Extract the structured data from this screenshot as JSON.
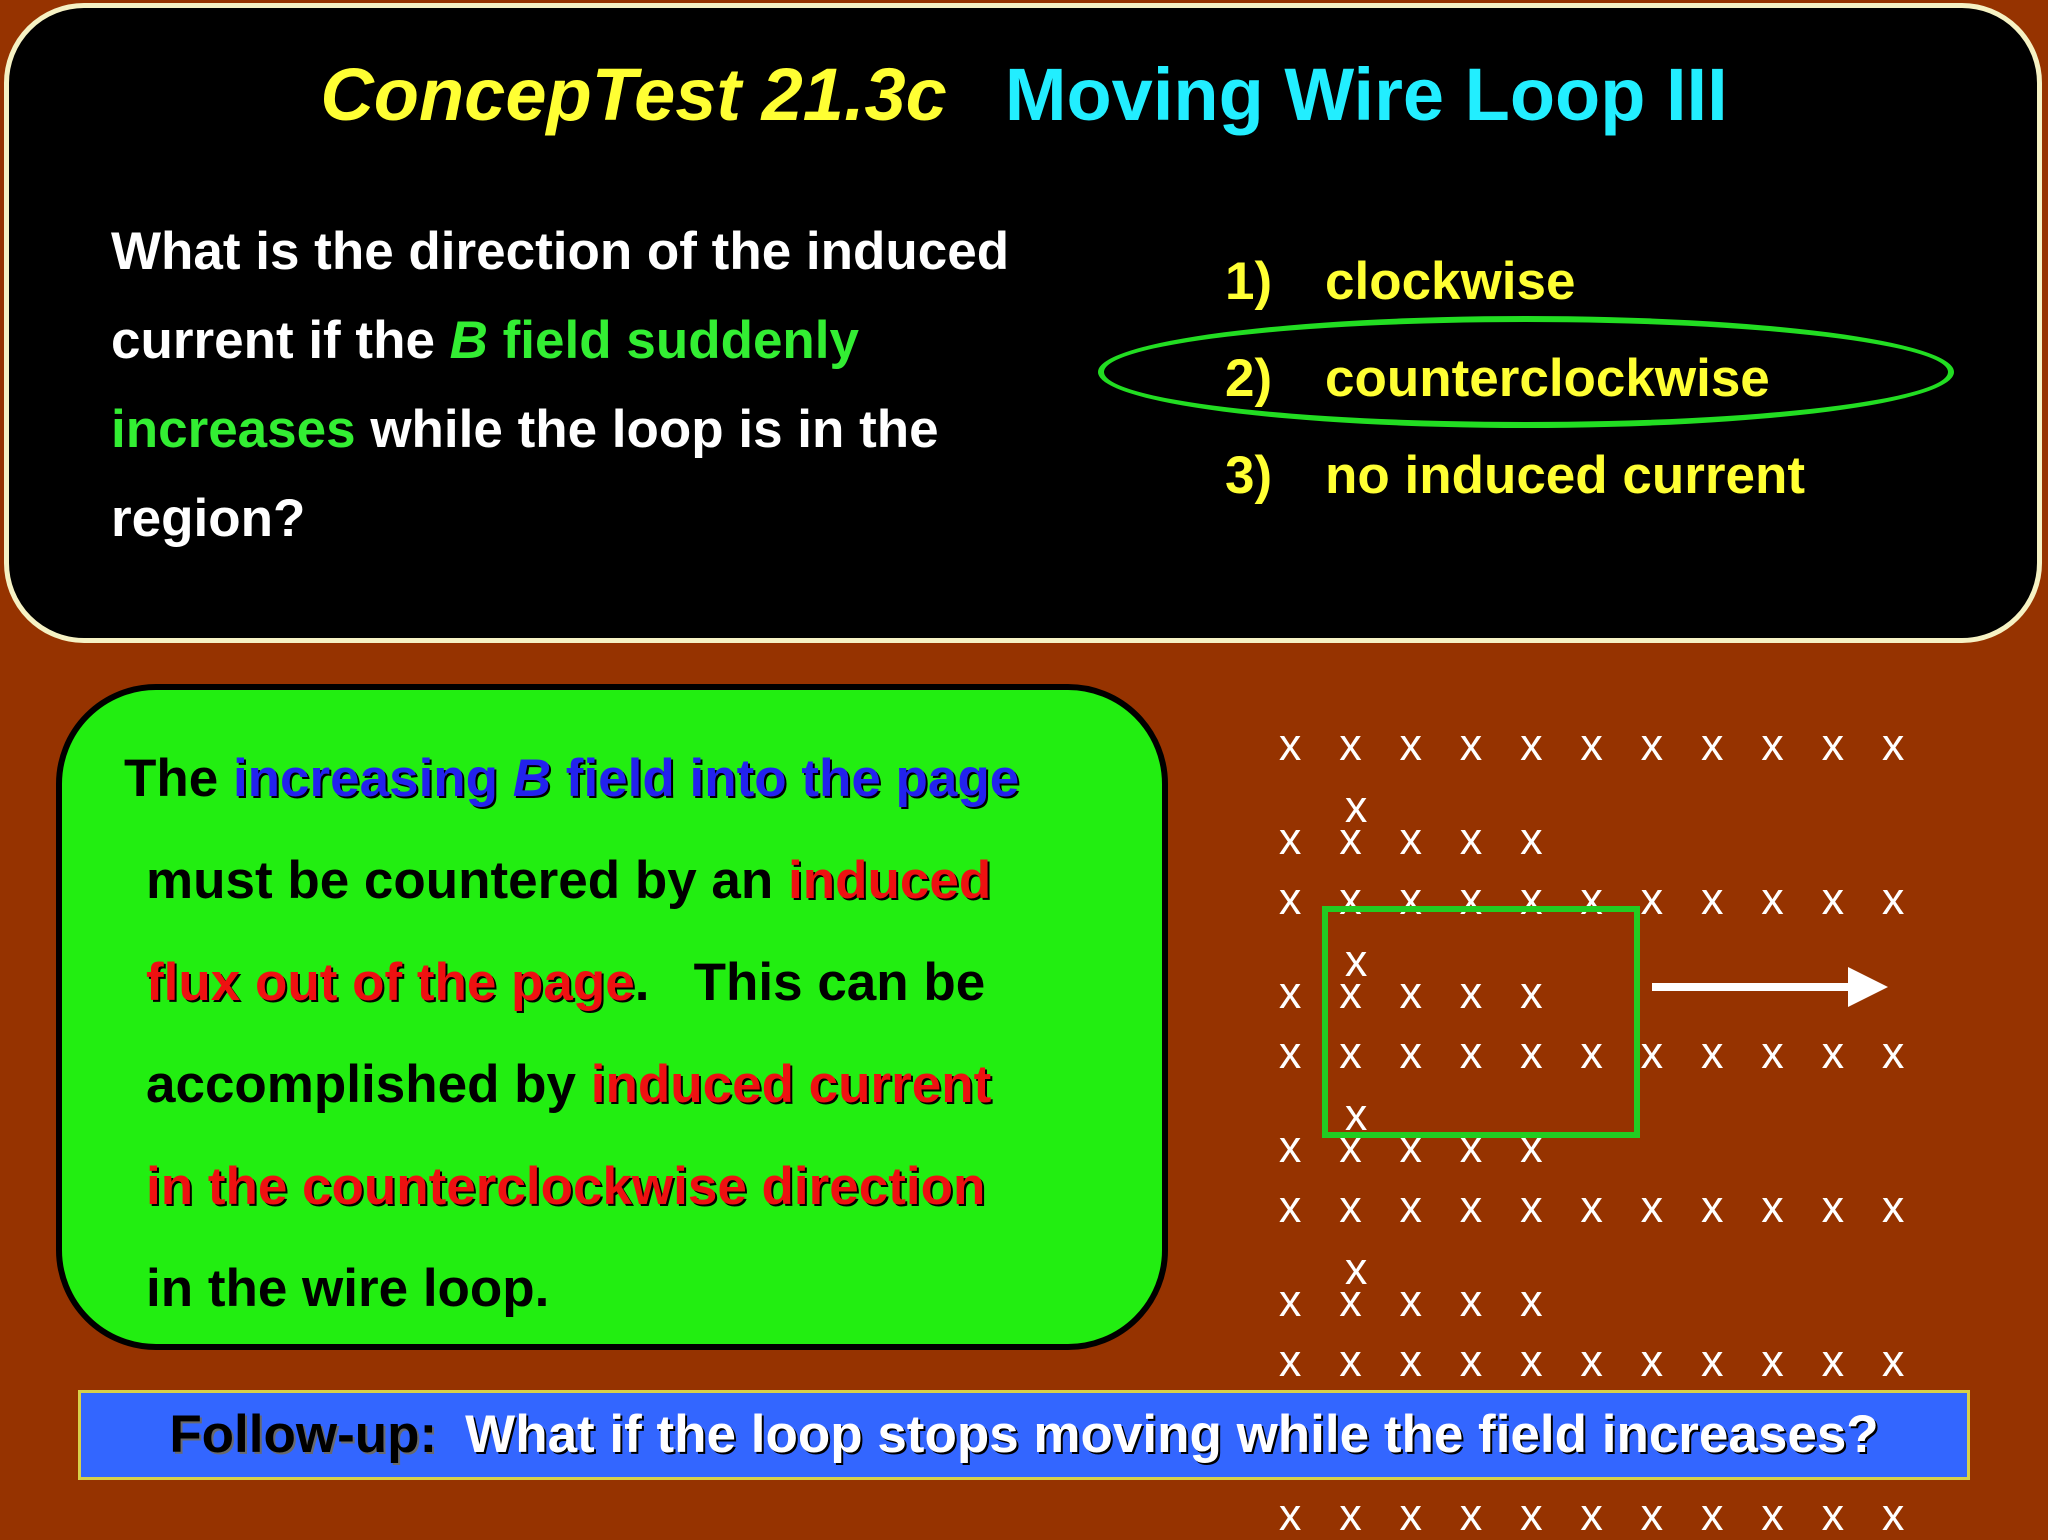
{
  "slide": {
    "title_test": "ConcepTest 21.3c",
    "title_name": "Moving Wire Loop III"
  },
  "question": {
    "part1": "What is the direction of the induced current if the ",
    "b": "B",
    "field": " field suddenly increases",
    "part2": " while the loop is in the region?"
  },
  "choices": [
    {
      "num": "1)",
      "label": "clockwise"
    },
    {
      "num": "2)",
      "label": "counterclockwise"
    },
    {
      "num": "3)",
      "label": "no induced current"
    }
  ],
  "answer": {
    "l1a": "The ",
    "l1b": "increasing ",
    "l1c": "B",
    "l1d": " field into the page",
    "l2a": "must be countered by an ",
    "l2b": "induced",
    "l3a": "flux out of the page",
    "l3b": ".   This can be",
    "l4a": "accomplished by ",
    "l4b": "induced current",
    "l5": "in the counterclockwise direction",
    "l6": "in the wire loop."
  },
  "field_symbol": "x",
  "followup": {
    "label": "Follow-up:",
    "text": "What if the loop stops moving while the field increases?"
  },
  "colors": {
    "background": "#963300",
    "title_test": "#ffff33",
    "title_name": "#22eeff",
    "highlight_green": "#33ee33",
    "answer_box": "#22ee11",
    "blue_text": "#2222ee",
    "red_text": "#ee1111",
    "followup_bar": "#3366ff"
  }
}
